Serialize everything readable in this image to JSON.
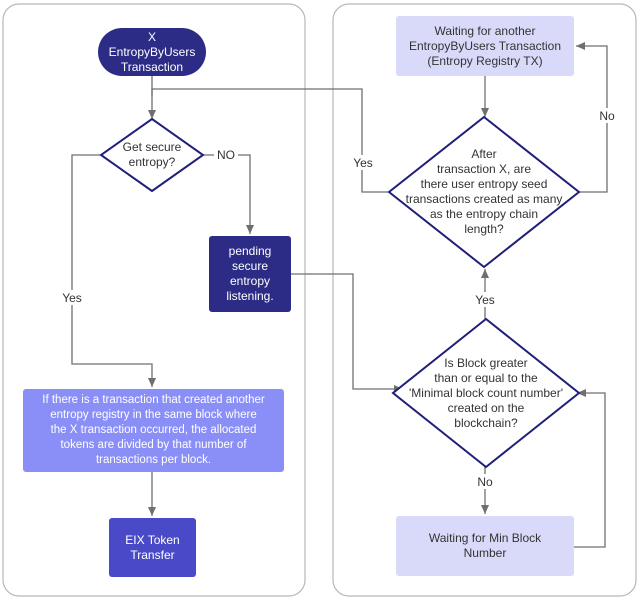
{
  "colors": {
    "dark_node": "#2c2c86",
    "medium_node": "#4a4ac9",
    "light_node": "#8a8ff7",
    "pale_node": "#d9daf9",
    "diamond_stroke": "#1f1f7a",
    "connector": "#6f6f6f",
    "panel_border": "#b8b8b8"
  },
  "nodes": {
    "start": "X\nEntropyByUsers\nTransaction",
    "get_secure": "Get secure\nentropy?",
    "pending": "pending\nsecure\nentropy\nlistening.",
    "allocation_note": "If there is a transaction that created another\nentropy registry in the same block where\nthe X transaction occurred, the allocated\ntokens are divided by that number of\ntransactions per block.",
    "eix_transfer": "EIX Token\nTransfer",
    "waiting_another": "Waiting for another\nEntropyByUsers Transaction\n(Entropy Registry TX)",
    "after_x": "After\ntransaction X, are\nthere user entropy seed\ntransactions created as many\nas the entropy chain\nlength?",
    "is_block": "Is Block greater\nthan or equal to the\n'Minimal block count number'\ncreated on the\nblockchain?",
    "waiting_min": "Waiting for Min Block\nNumber"
  },
  "edge_labels": {
    "no_pending": "NO",
    "yes_left": "Yes",
    "yes_loop": "Yes",
    "no_loop": "No",
    "yes_up": "Yes",
    "no_down": "No"
  }
}
